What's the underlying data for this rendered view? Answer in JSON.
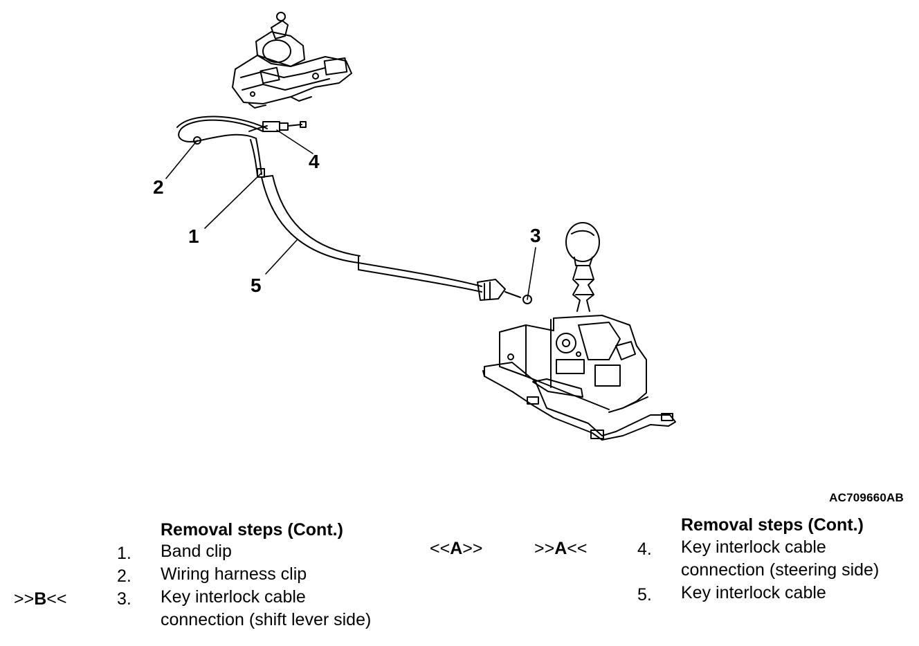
{
  "figure_id": "AC709660AB",
  "callouts": [
    "1",
    "2",
    "3",
    "4",
    "5"
  ],
  "left_list": {
    "heading": "Removal steps (Cont.)",
    "items": [
      {
        "num": "1.",
        "text": [
          "Band clip"
        ],
        "marker": ""
      },
      {
        "num": "2.",
        "text": [
          "Wiring harness clip"
        ],
        "marker": ""
      },
      {
        "num": "3.",
        "text": [
          "Key interlock cable",
          "connection (shift lever side)"
        ],
        "marker_pre": ">>",
        "marker_bold": "B",
        "marker_post": "<<"
      }
    ]
  },
  "middle_markers": {
    "a1": {
      "pre": "<<",
      "bold": "A",
      "post": ">>"
    },
    "a2": {
      "pre": ">>",
      "bold": "A",
      "post": "<<"
    }
  },
  "right_list": {
    "heading": "Removal steps (Cont.)",
    "items": [
      {
        "num": "4.",
        "text": [
          "Key interlock cable",
          "connection (steering side)"
        ]
      },
      {
        "num": "5.",
        "text": [
          "Key interlock cable"
        ]
      }
    ]
  }
}
